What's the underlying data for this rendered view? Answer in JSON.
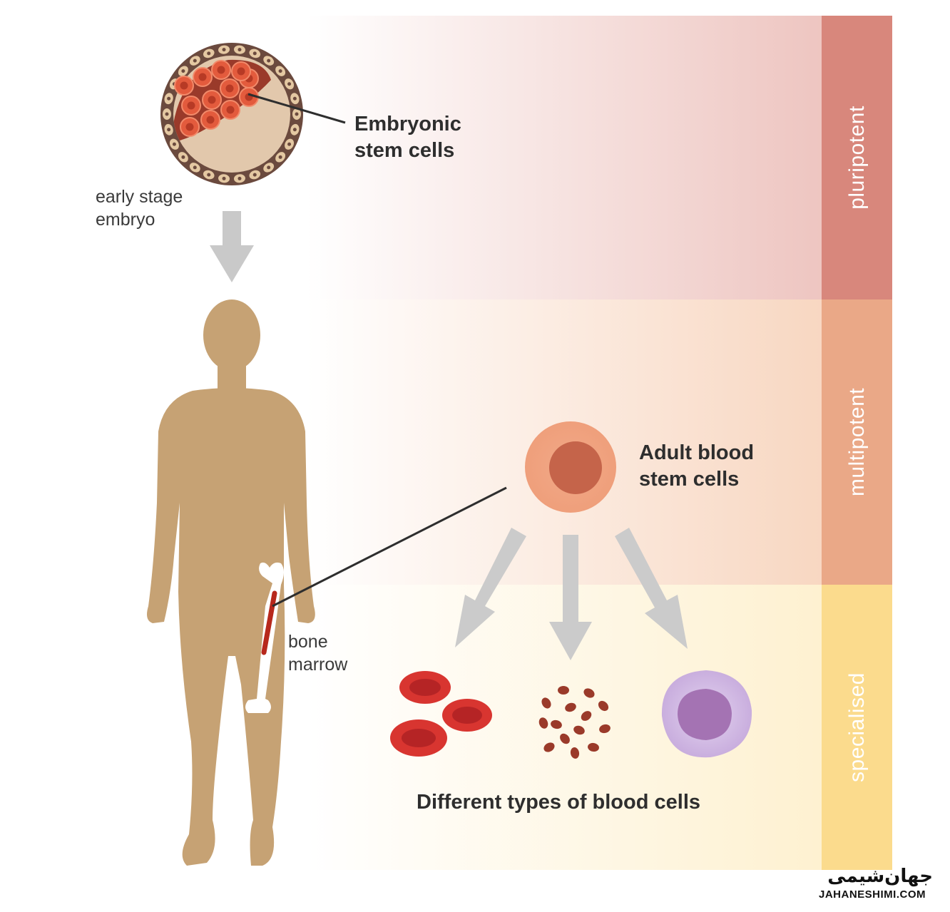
{
  "bands": {
    "pluripotent": {
      "label": "pluripotent",
      "color": "#d8877c"
    },
    "multipotent": {
      "label": "multipotent",
      "color": "#eaa887"
    },
    "specialised": {
      "label": "specialised",
      "color": "#fbdb8d"
    }
  },
  "labels": {
    "embryonic": [
      "Embryonic",
      "stem cells"
    ],
    "embryo": [
      "early stage",
      "embryo"
    ],
    "adult": [
      "Adult blood",
      "stem cells"
    ],
    "marrow": [
      "bone",
      "marrow"
    ],
    "types": "Different types of blood cells"
  },
  "logo": {
    "persian": "جهان‌شیمی",
    "latin": "JAHANESHIMI.COM"
  }
}
